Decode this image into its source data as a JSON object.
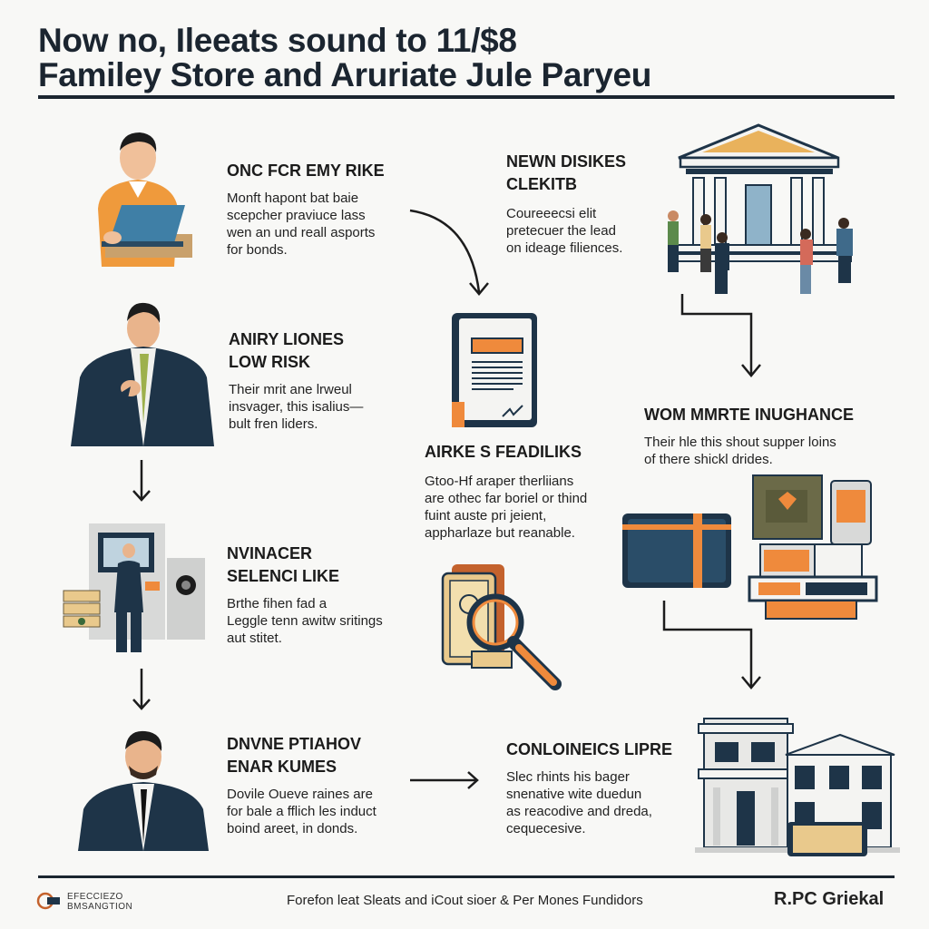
{
  "header": {
    "title_line1": "Now no, Ileeats sound to 11/$8",
    "title_line2": "Familey Store and Aruriate Jule Paryeu"
  },
  "left_column": [
    {
      "heading1": "ONC FCR EMY RIKE",
      "heading2": "",
      "body": [
        "Monft hapont bat baie",
        "scepcher praviuce lass",
        "wen an und reall asports",
        "for bonds."
      ]
    },
    {
      "heading1": "ANIRY LIONES",
      "heading2": "LOW RISK",
      "body": [
        "Their mrit ane lrweul",
        "insvager, this isalius—",
        "bult fren liders."
      ]
    },
    {
      "heading1": "NVINACER",
      "heading2": "SELENCI LIKE",
      "body": [
        "Brthe fihen fad a",
        "Leggle tenn awitw sritings",
        "aut stitet."
      ]
    },
    {
      "heading1": "DNVNE PTIAHOV",
      "heading2": "ENAR KUMES",
      "body": [
        "Dovile Oueve raines are",
        "for bale a fflich les induct",
        "boind areet, in donds."
      ]
    }
  ],
  "middle_column": [
    {
      "heading1": "NEWN DISIKES",
      "heading2": "CLEKITB",
      "body": [
        "Coureeecsi elit",
        "pretecuer the lead",
        "on ideage filiences."
      ]
    },
    {
      "heading1": "AIRKE S FEADILIKS",
      "heading2": "",
      "body": [
        "Gtoo-Hf araper therliians",
        "are othec far boriel or thind",
        "fuint auste pri jeient,",
        "appharlaze but reanable."
      ]
    },
    {
      "heading1": "CONLOINEICS LIPRE",
      "heading2": "",
      "body": [
        "Slec rhints his bager",
        "snenative wite duedun",
        "as reacodive and dreda,",
        "cequecesive."
      ]
    }
  ],
  "right_column": [
    {
      "heading1": "WOM MMRTE INUGHANCE",
      "heading2": "",
      "body": [
        "Their hle this shout supper loins",
        "of there shickl drides."
      ]
    }
  ],
  "footer": {
    "logo_line1": "EFECCIEZO",
    "logo_line2": "BMSANGTION",
    "center_text": "Forefon leat Sleats and iCout sioer & Per Mones Fundidors",
    "brand": "R.PC Griekal"
  },
  "colors": {
    "navy": "#1e3448",
    "orange": "#ef8a3c",
    "tan": "#e9c98c",
    "rule": "#1b2530"
  },
  "icons": [
    "person-laptop-icon",
    "businessman-icon",
    "atm-person-icon",
    "executive-icon",
    "document-icon",
    "gold-magnifier-icon",
    "bank-building-icon",
    "wallet-icon",
    "market-stall-icon",
    "office-building-icon"
  ]
}
